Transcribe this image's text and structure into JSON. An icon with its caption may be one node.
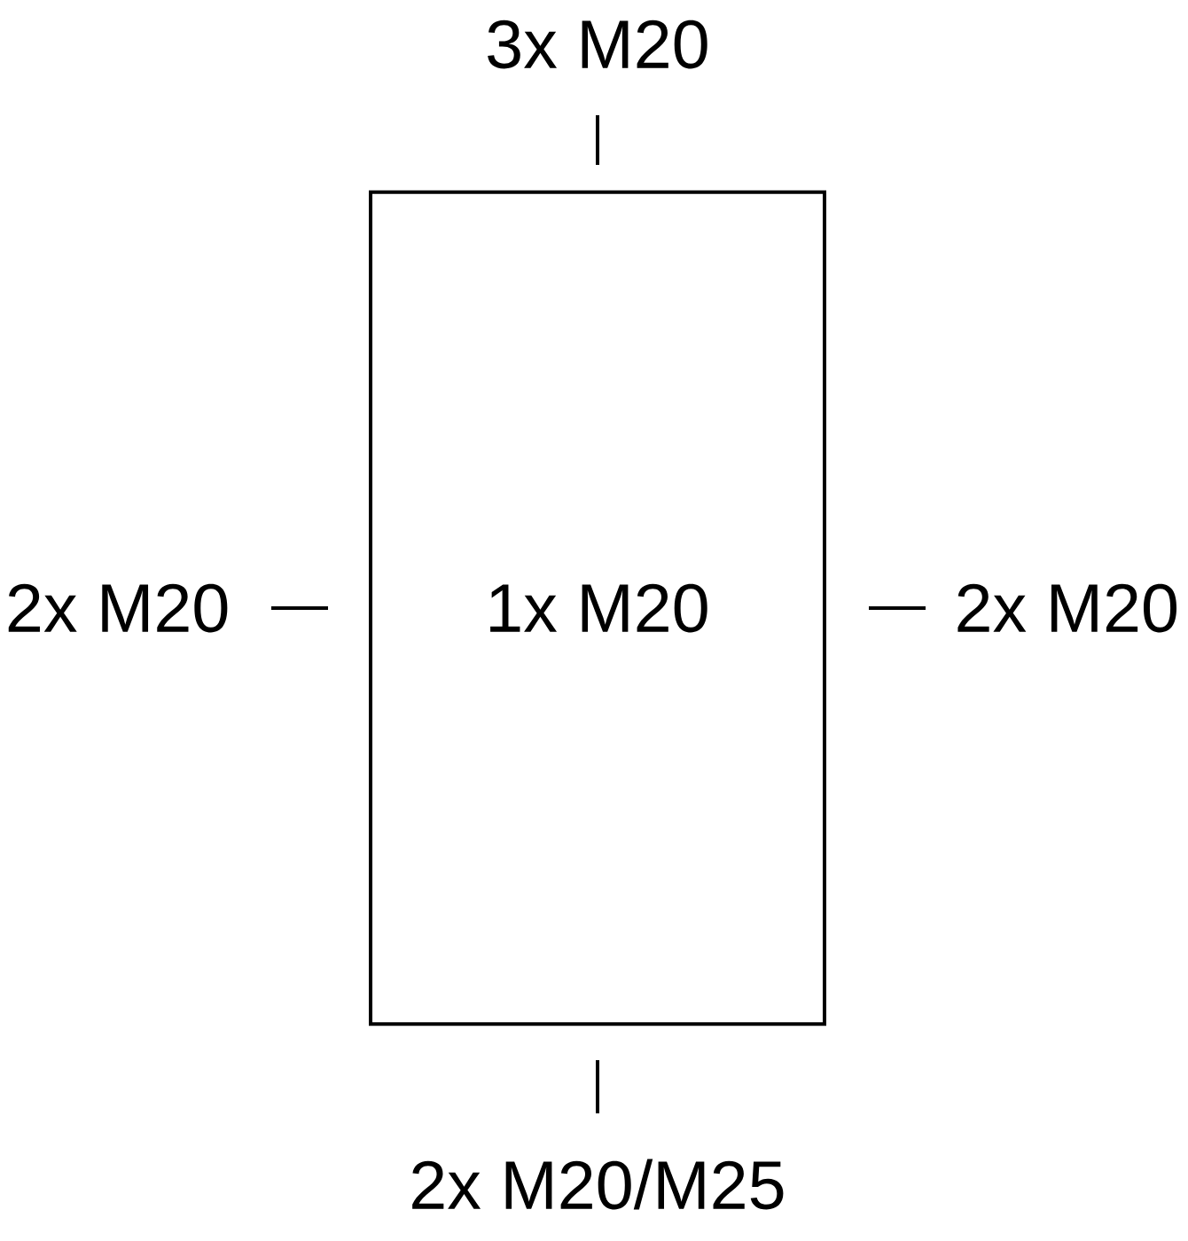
{
  "diagram": {
    "nodes": [
      {
        "text": [
          "1x M20"
        ]
      }
    ],
    "labels": [
      "3x M20",
      "2x M20",
      "2x M20",
      "2x M20/M25"
    ]
  }
}
